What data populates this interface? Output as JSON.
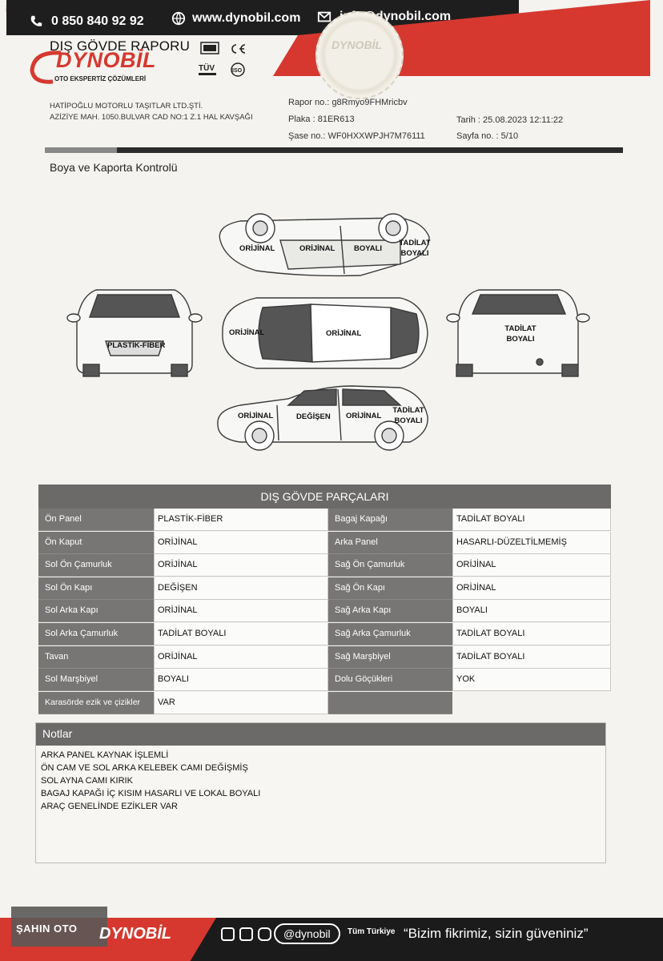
{
  "watermark_id": "#1120513371",
  "header": {
    "phone": "0 850 840 92 92",
    "website": "www.dynobil.com",
    "email": "info@dynobil.com",
    "report_title": "DIŞ GÖVDE RAPORU",
    "logo": "DYNOBİL",
    "logo_sub": "OTO EKSPERTİZ ÇÖZÜMLERİ",
    "seal_text": "DYNOBİL"
  },
  "company": {
    "name": "HATİPOĞLU MOTORLU TAŞITLAR LTD.ŞTİ.",
    "address": "AZİZİYE MAH. 1050.BULVAR CAD NO:1 Z.1 HAL KAVŞAĞI"
  },
  "meta": {
    "rapor_label": "Rapor no.:",
    "rapor_no": "g8Rmyo9FHMricbv",
    "plaka_label": "Plaka :",
    "plaka": "81ER613",
    "sase_label": "Şase no.:",
    "sase": "WF0HXXWPJH7M76111",
    "tarih_label": "Tarih :",
    "tarih": "25.08.2023 12:11:22",
    "sayfa_label": "Sayfa no. :",
    "sayfa": "5/10"
  },
  "section_title": "Boya ve Kaporta Kontrolü",
  "diagram_labels": {
    "top_1": "ORİJİNAL",
    "top_2": "ORİJİNAL",
    "top_3": "BOYALI",
    "top_4": "TADİLAT BOYALI",
    "front": "PLASTİK-FİBER",
    "roof_1": "ORİJİNAL",
    "roof_2": "ORİJİNAL",
    "rear": "TADİLAT BOYALI",
    "bot_1": "ORİJİNAL",
    "bot_2": "DEĞİŞEN",
    "bot_3": "ORİJİNAL",
    "bot_4": "TADİLAT BOYALI"
  },
  "parts": {
    "title": "DIŞ GÖVDE PARÇALARI",
    "left": [
      {
        "name": "Ön Panel",
        "value": "PLASTİK-FİBER"
      },
      {
        "name": "Ön Kaput",
        "value": "ORİJİNAL"
      },
      {
        "name": "Sol Ön Çamurluk",
        "value": "ORİJİNAL"
      },
      {
        "name": "Sol Ön Kapı",
        "value": "DEĞİŞEN"
      },
      {
        "name": "Sol Arka Kapı",
        "value": "ORİJİNAL"
      },
      {
        "name": "Sol Arka Çamurluk",
        "value": "TADİLAT BOYALI"
      },
      {
        "name": "Tavan",
        "value": "ORİJİNAL"
      },
      {
        "name": "Sol Marşbiyel",
        "value": "BOYALI"
      },
      {
        "name": "Karasörde ezik ve çizikler",
        "value": "VAR"
      }
    ],
    "right": [
      {
        "name": "Bagaj Kapağı",
        "value": "TADİLAT BOYALI"
      },
      {
        "name": "Arka Panel",
        "value": "HASARLI-DÜZELTİLMEMİŞ"
      },
      {
        "name": "Sağ Ön Çamurluk",
        "value": "ORİJİNAL"
      },
      {
        "name": "Sağ Ön Kapı",
        "value": "ORİJİNAL"
      },
      {
        "name": "Sağ Arka Kapı",
        "value": "BOYALI"
      },
      {
        "name": "Sağ Arka Çamurluk",
        "value": "TADİLAT BOYALI"
      },
      {
        "name": "Sağ Marşbiyel",
        "value": "TADİLAT BOYALI"
      },
      {
        "name": "Dolu Göçükleri",
        "value": "YOK"
      }
    ]
  },
  "notes": {
    "title": "Notlar",
    "items": [
      "ARKA PANEL KAYNAK İŞLEMLİ",
      "ÖN CAM VE SOL ARKA KELEBEK CAMI DEĞİŞMİŞ",
      "SOL AYNA CAMI KIRIK",
      "BAGAJ KAPAĞI İÇ KISIM HASARLI VE LOKAL BOYALI",
      "ARAÇ GENELİNDE EZİKLER VAR"
    ]
  },
  "footer": {
    "dealer": "ŞAHIN OTO",
    "brand": "DYNOBİL",
    "handle": "@dynobil",
    "tum_turkiye": "Tüm Türkiye",
    "slogan": "“Bizim fikrimiz, sizin güveniniz”"
  },
  "colors": {
    "brand_red": "#d6382f",
    "dark": "#1e1e1e",
    "table_gray": "#777675"
  }
}
